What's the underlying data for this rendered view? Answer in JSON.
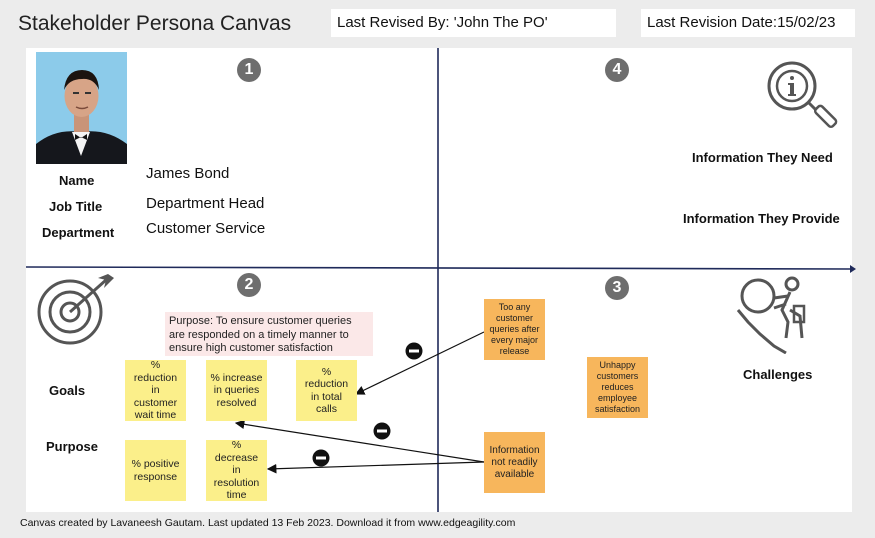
{
  "header": {
    "title": "Stakeholder Persona Canvas",
    "last_revised_by": "Last Revised By: 'John The PO'",
    "last_revision_date": "Last Revision Date:15/02/23"
  },
  "quadrant_numbers": [
    "1",
    "2",
    "3",
    "4"
  ],
  "profile": {
    "name_label": "Name",
    "job_title_label": "Job Title",
    "department_label": "Department",
    "name_value": "James Bond",
    "job_title_value": "Department Head",
    "department_value": "Customer Service"
  },
  "info": {
    "need_label": "Information They Need",
    "provide_label": "Information They Provide"
  },
  "goals": {
    "goals_label": "Goals",
    "purpose_label": "Purpose",
    "purpose_note": "Purpose: To ensure customer queries are responded on a timely manner to ensure high customer satisfaction",
    "stickies": [
      "% reduction in customer wait time",
      "% increase in queries resolved",
      "% reduction in total calls",
      "% positive response",
      "% decrease in resolution time"
    ]
  },
  "challenges": {
    "label": "Challenges",
    "stickies": [
      "Too any customer queries after every major release",
      "Unhappy customers reduces employee satisfaction",
      "Information not readily available"
    ]
  },
  "footer": "Canvas created by Lavaneesh Gautam. Last updated 13 Feb 2023. Download it from www.edgeagility.com",
  "colors": {
    "sticky_yellow": "#fbef8a",
    "sticky_orange": "#f7b65c",
    "purpose_pink": "#fbe8e8",
    "axis": "#1f2a5a",
    "number_badge": "#6e6e6e"
  },
  "icons": [
    "info-magnifier-icon",
    "target-icon",
    "boulder-pushing-icon",
    "minus-circle-icon"
  ]
}
